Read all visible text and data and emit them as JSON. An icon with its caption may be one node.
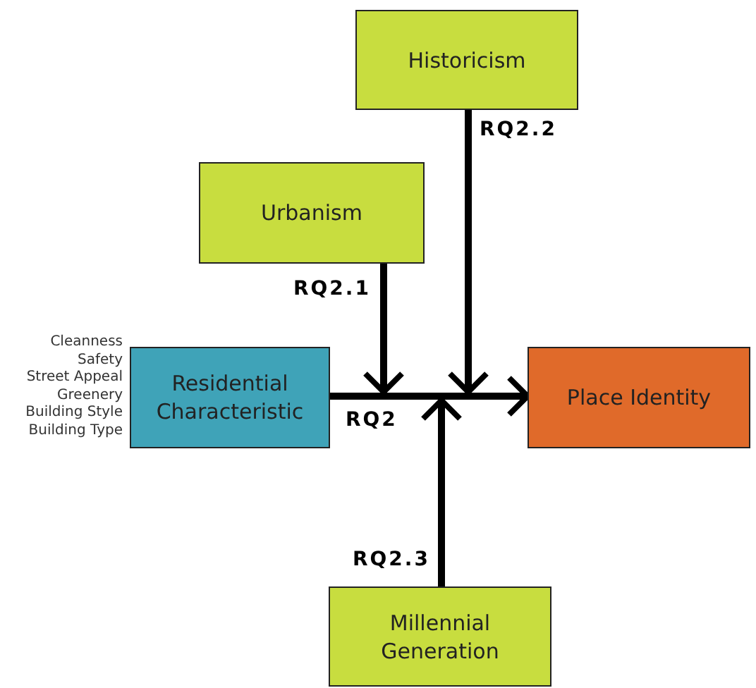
{
  "diagram": {
    "nodes": [
      {
        "text": [
          "Historicism"
        ]
      },
      {
        "text": [
          "Urbanism"
        ]
      },
      {
        "text": [
          "Residential Characteristic"
        ],
        "beside": [
          "Cleanness",
          "Safety",
          "Street Appeal",
          "Greenery",
          "Building Style",
          "Building Type"
        ]
      },
      {
        "text": [
          "Place Identity"
        ]
      },
      {
        "text": [
          "Millennial Generation"
        ]
      }
    ],
    "edges": [
      {
        "from": 2,
        "to": 3,
        "arrow": "to",
        "label": "RQ2"
      },
      {
        "from": 1,
        "to": null,
        "arrow": "to",
        "label": "RQ2.1"
      },
      {
        "from": 0,
        "to": null,
        "arrow": "to",
        "label": "RQ2.2"
      },
      {
        "from": 4,
        "to": null,
        "arrow": "to",
        "label": "RQ2.3"
      }
    ]
  }
}
